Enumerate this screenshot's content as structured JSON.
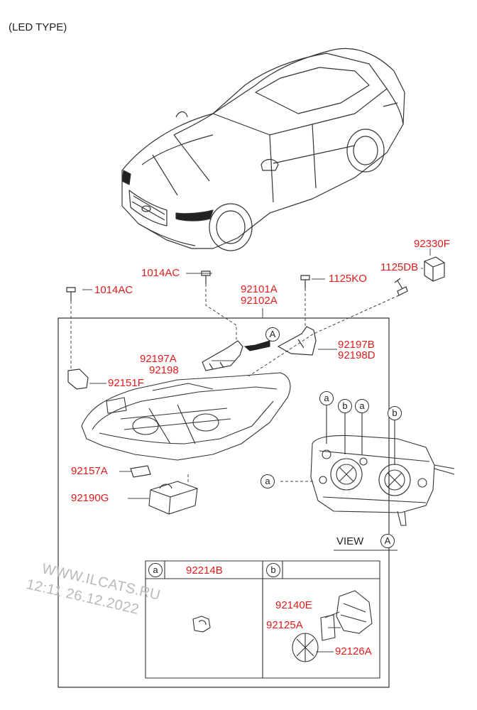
{
  "heading": "(LED TYPE)",
  "parts": {
    "p92330F": "92330F",
    "p1125DB": "1125DB",
    "p1014AC_top": "1014AC",
    "p1125KO": "1125KO",
    "p1014AC_left": "1014AC",
    "p92101A": "92101A",
    "p92102A": "92102A",
    "p92197B": "92197B",
    "p92198D": "92198D",
    "p92197A": "92197A",
    "p92198": "92198",
    "p92151F": "92151F",
    "p92157A": "92157A",
    "p92190G": "92190G",
    "p92214B": "92214B",
    "p92140E": "92140E",
    "p92125A": "92125A",
    "p92126A": "92126A"
  },
  "callouts": {
    "view_ref": "A",
    "a": "a",
    "b": "b"
  },
  "view_label": "VIEW",
  "view_letter": "A",
  "watermark": {
    "line1": "WWW.ILCATS.RU",
    "line2": "12:11 26.12.2022"
  },
  "colors": {
    "label": "#e01b1b",
    "line": "#333333",
    "watermark": "#b9b9b9"
  }
}
